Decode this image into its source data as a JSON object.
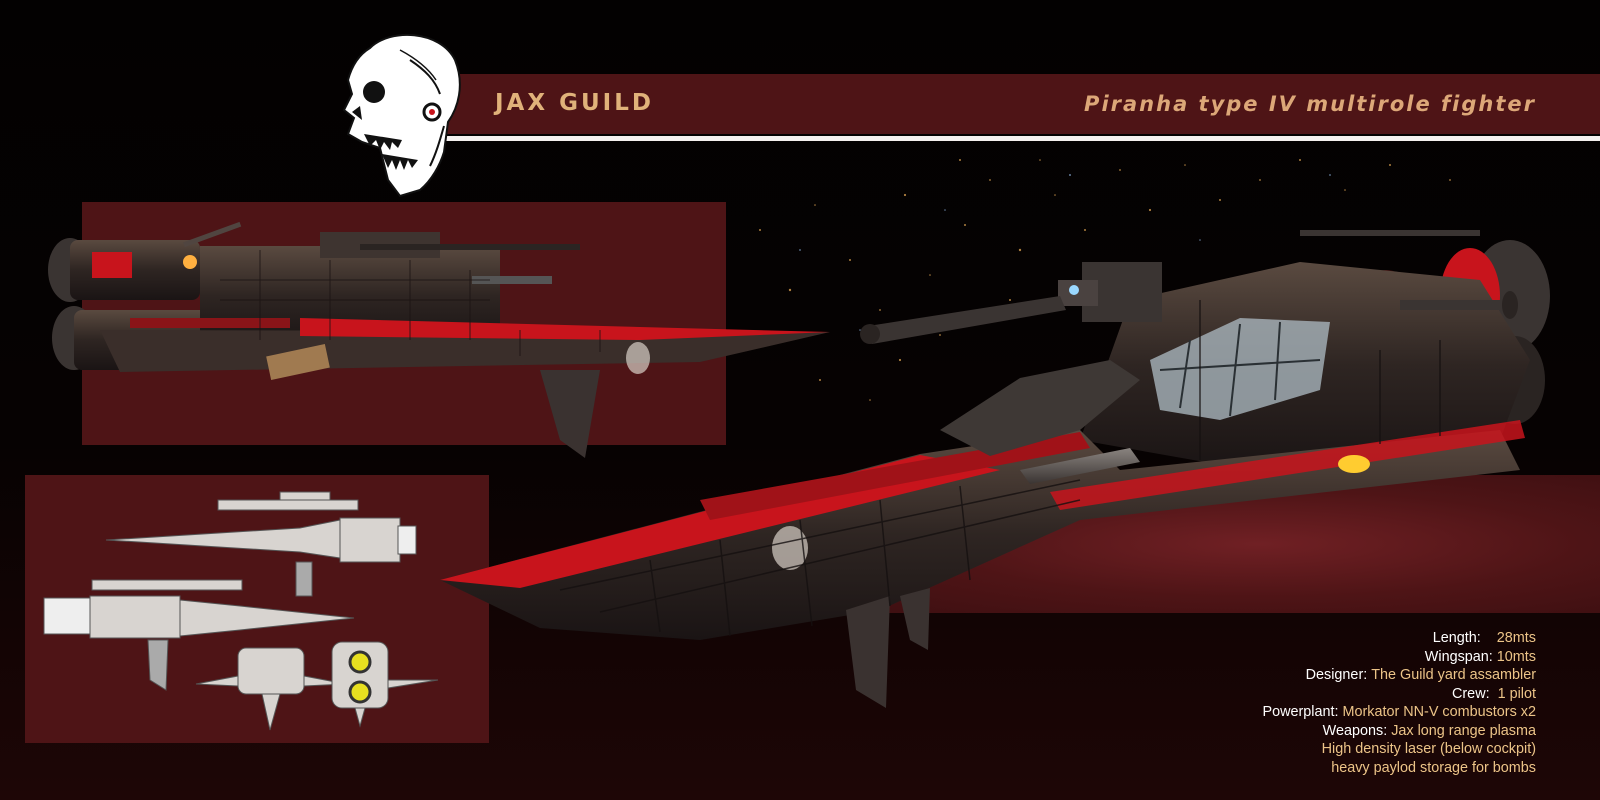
{
  "header": {
    "guild_name": "JAX GUILD",
    "ship_title": "Piranha type IV multirole fighter"
  },
  "images": {
    "logo": "skull-logo",
    "side_view": "ship-side-view",
    "ortho_views": "ship-orthographic-views",
    "main_render": "ship-perspective-render"
  },
  "colors": {
    "panel": "#4e1416",
    "title_text": "#e0b27a",
    "spec_label": "#ffffff",
    "spec_value": "#ecc488",
    "hull_red": "#c8141c"
  },
  "specs": [
    {
      "label": "Length:",
      "value": "28mts"
    },
    {
      "label": "Wingspan:",
      "value": "10mts"
    },
    {
      "label": "Designer:",
      "value": "The Guild yard assambler"
    },
    {
      "label": "Crew:",
      "value": "1 pilot"
    },
    {
      "label": "Powerplant:",
      "value": "Morkator NN-V combustors x2"
    },
    {
      "label": "Weapons:",
      "value": "Jax long range plasma"
    },
    {
      "label": "",
      "value": "High density laser (below cockpit)"
    },
    {
      "label": "",
      "value": "heavy paylod storage for bombs"
    }
  ]
}
